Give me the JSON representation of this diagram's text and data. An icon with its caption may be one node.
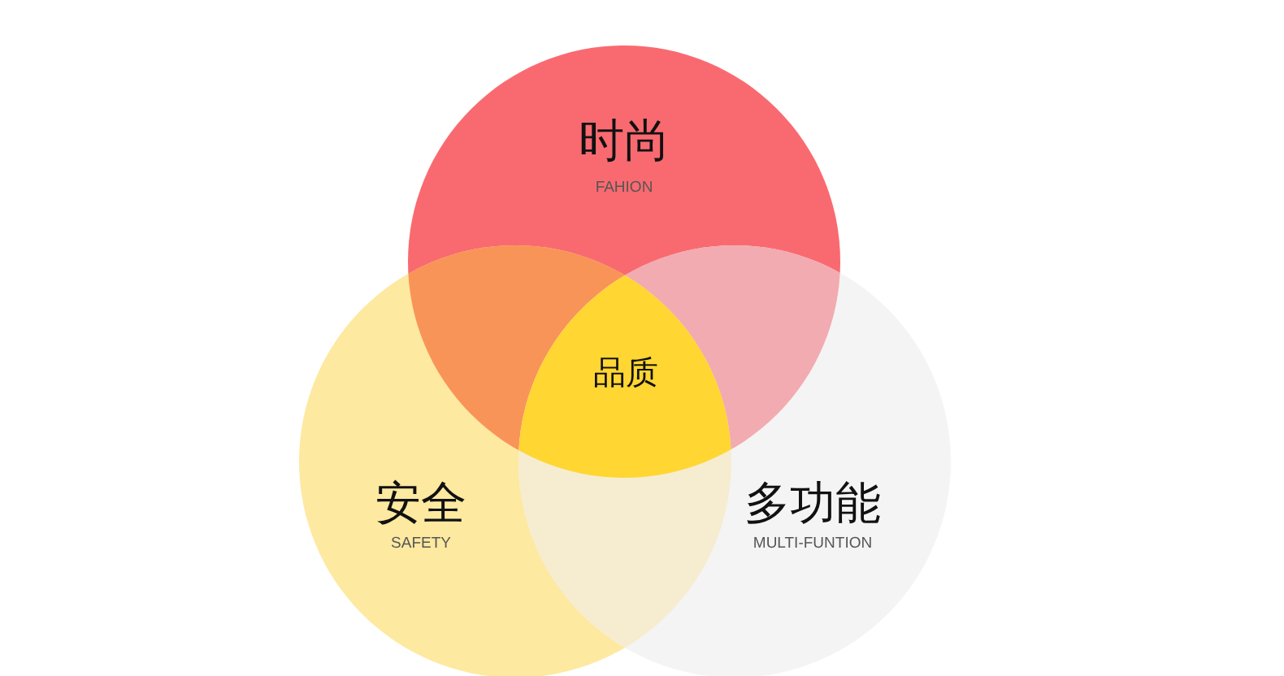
{
  "diagram": {
    "nodes": [
      {
        "text": [
          "时尚",
          "FAHION"
        ]
      },
      {
        "text": [
          "安全",
          "SAFETY"
        ]
      },
      {
        "text": [
          "多功能",
          "MULTI-FUNTION"
        ]
      }
    ],
    "labels": [
      "品质"
    ]
  }
}
